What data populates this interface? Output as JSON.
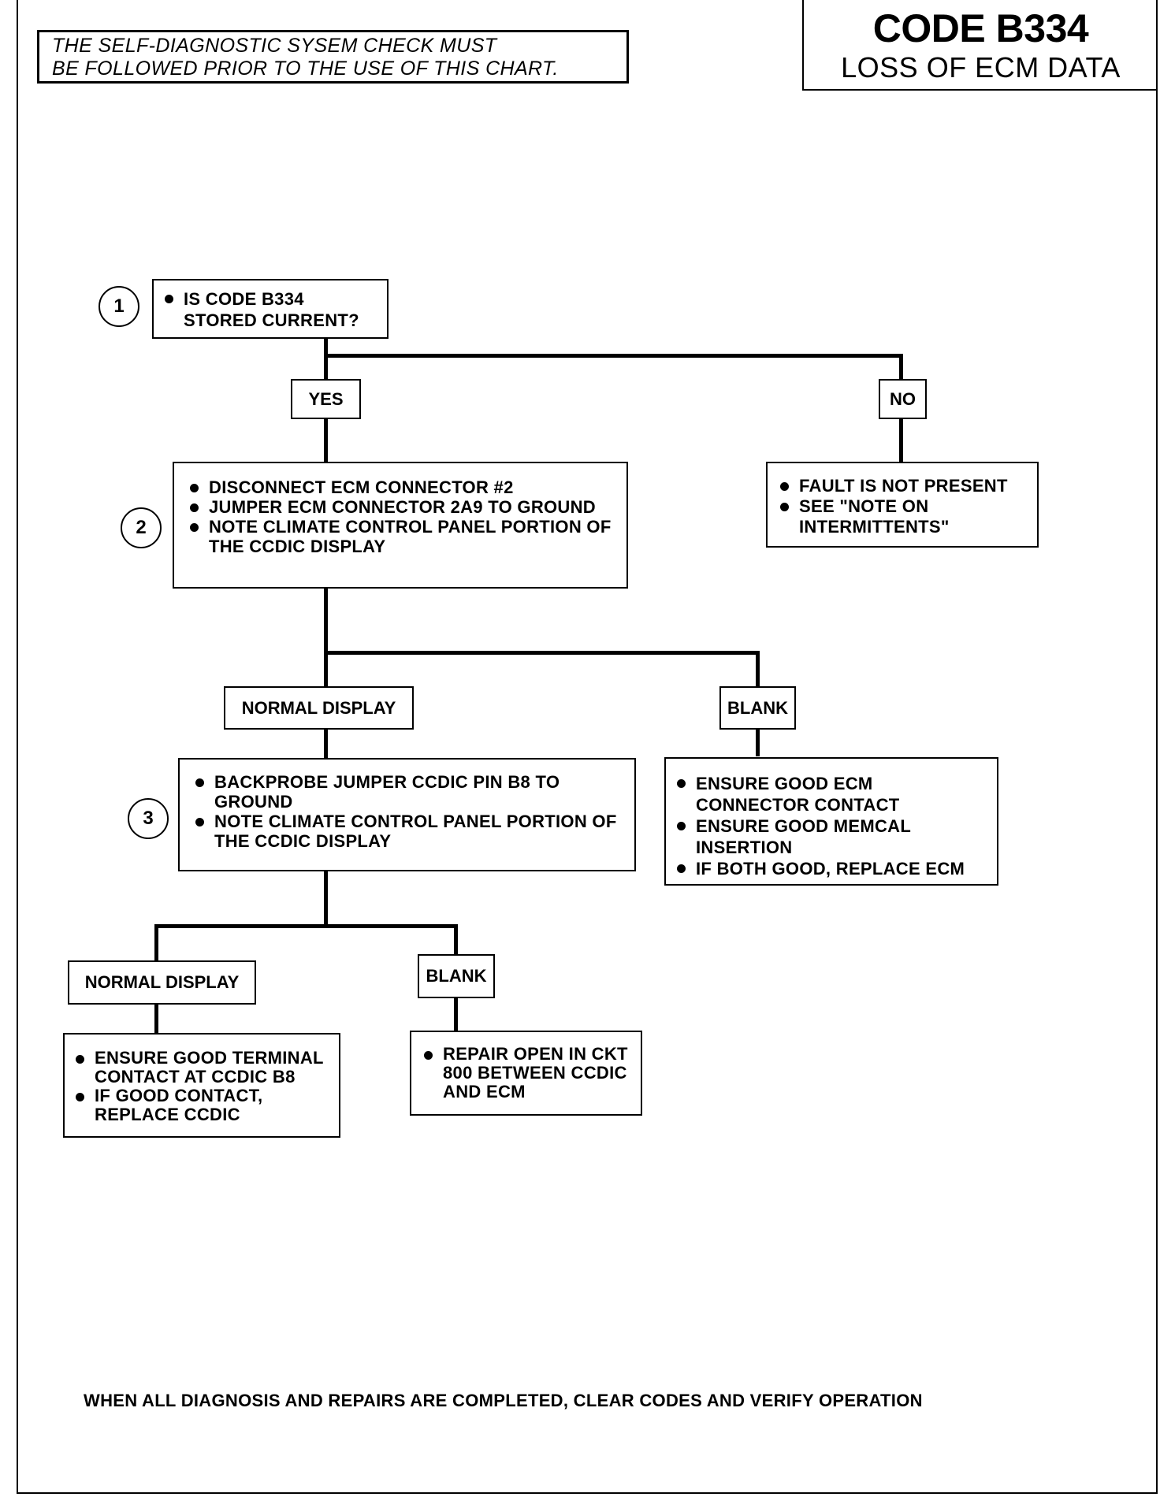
{
  "warning": {
    "line1": "THE SELF-DIAGNOSTIC SYSEM CHECK  MUST",
    "line2": "BE FOLLOWED PRIOR TO THE USE OF THIS CHART."
  },
  "header": {
    "code": "CODE B334",
    "subtitle": "LOSS OF ECM DATA"
  },
  "steps": {
    "s1": {
      "number": "1",
      "items": [
        "IS CODE B334 STORED CURRENT?"
      ]
    },
    "s2": {
      "number": "2",
      "items": [
        "DISCONNECT ECM CONNECTOR #2",
        "JUMPER ECM CONNECTOR 2A9 TO GROUND",
        "NOTE CLIMATE CONTROL PANEL PORTION OF THE CCDIC DISPLAY"
      ]
    },
    "s3": {
      "number": "3",
      "items": [
        "BACKPROBE JUMPER CCDIC PIN B8 TO GROUND",
        "NOTE CLIMATE CONTROL PANEL PORTION OF THE CCDIC DISPLAY"
      ]
    }
  },
  "branches": {
    "yes": "YES",
    "no": "NO",
    "normal_display_1": "NORMAL DISPLAY",
    "blank_1": "BLANK",
    "normal_display_2": "NORMAL DISPLAY",
    "blank_2": "BLANK"
  },
  "results": {
    "no_result": [
      "FAULT IS NOT PRESENT",
      "SEE \"NOTE ON INTERMITTENTS\""
    ],
    "blank1_result": [
      "ENSURE GOOD ECM CONNECTOR CONTACT",
      "ENSURE GOOD MEMCAL INSERTION",
      "IF BOTH GOOD, REPLACE ECM"
    ],
    "normal2_result": [
      "ENSURE GOOD TERMINAL CONTACT AT CCDIC B8",
      "IF GOOD CONTACT, REPLACE CCDIC"
    ],
    "blank2_result": [
      "REPAIR OPEN IN CKT 800 BETWEEN CCDIC AND ECM"
    ]
  },
  "footer": "WHEN ALL DIAGNOSIS AND REPAIRS ARE COMPLETED, CLEAR CODES AND VERIFY OPERATION"
}
